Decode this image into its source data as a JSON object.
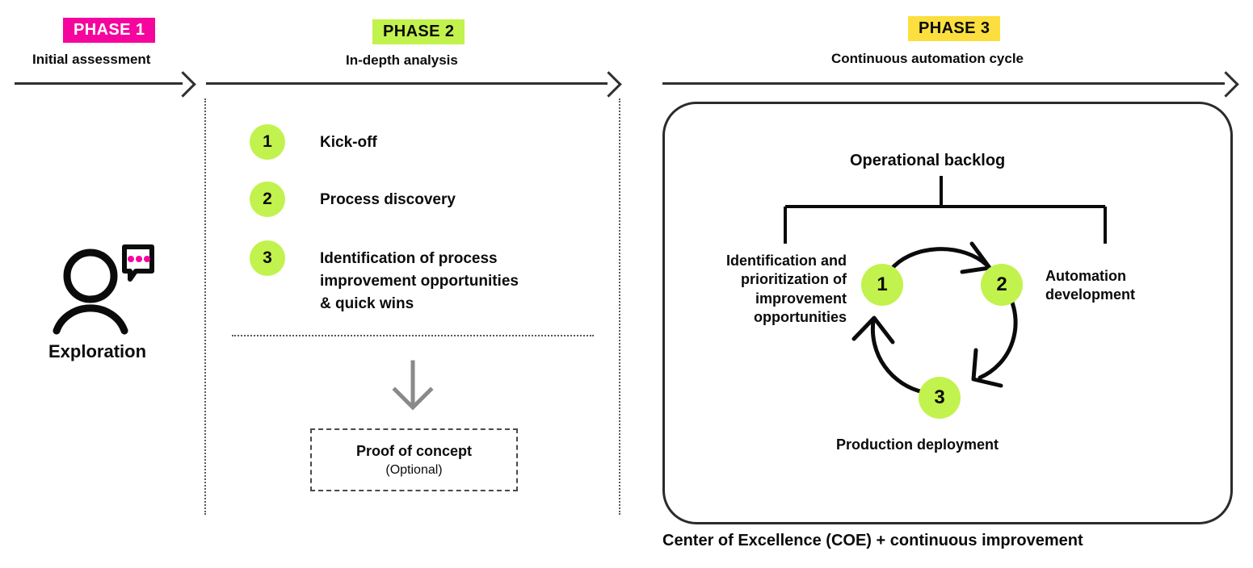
{
  "phases": [
    {
      "badge": "PHASE 1",
      "badge_color": "#f5059e",
      "badge_text_color": "#ffffff",
      "subtitle": "Initial assessment"
    },
    {
      "badge": "PHASE 2",
      "badge_color": "#c2f24d",
      "badge_text_color": "#0b0b0b",
      "subtitle": "In-depth analysis"
    },
    {
      "badge": "PHASE 3",
      "badge_color": "#fcdf3e",
      "badge_text_color": "#0b0b0b",
      "subtitle": "Continuous automation cycle"
    }
  ],
  "phase1": {
    "icon": "person-with-speech-bubble-icon",
    "label": "Exploration",
    "bubble_dot_color": "#f5059e"
  },
  "phase2": {
    "steps": [
      {
        "number": "1",
        "label": "Kick-off"
      },
      {
        "number": "2",
        "label": "Process discovery"
      },
      {
        "number": "3",
        "label": "Identification of process\nimprovement opportunities\n& quick wins"
      }
    ],
    "arrow": "down-arrow-icon",
    "proof_of_concept": {
      "title": "Proof of concept",
      "note": "(Optional)"
    }
  },
  "phase3": {
    "source_label": "Operational backlog",
    "cycle": [
      {
        "number": "1",
        "label": "Identification and\nprioritization of\nimprovement\nopportunities"
      },
      {
        "number": "2",
        "label": "Automation\ndevelopment"
      },
      {
        "number": "3",
        "label": "Production deployment"
      }
    ],
    "caption": "Center of Excellence (COE) + continuous improvement"
  },
  "colors": {
    "accent_green": "#c2f24d",
    "accent_pink": "#f5059e",
    "accent_yellow": "#fcdf3e",
    "line": "#2f2f2f",
    "gray_arrow": "#8a8a8a"
  }
}
